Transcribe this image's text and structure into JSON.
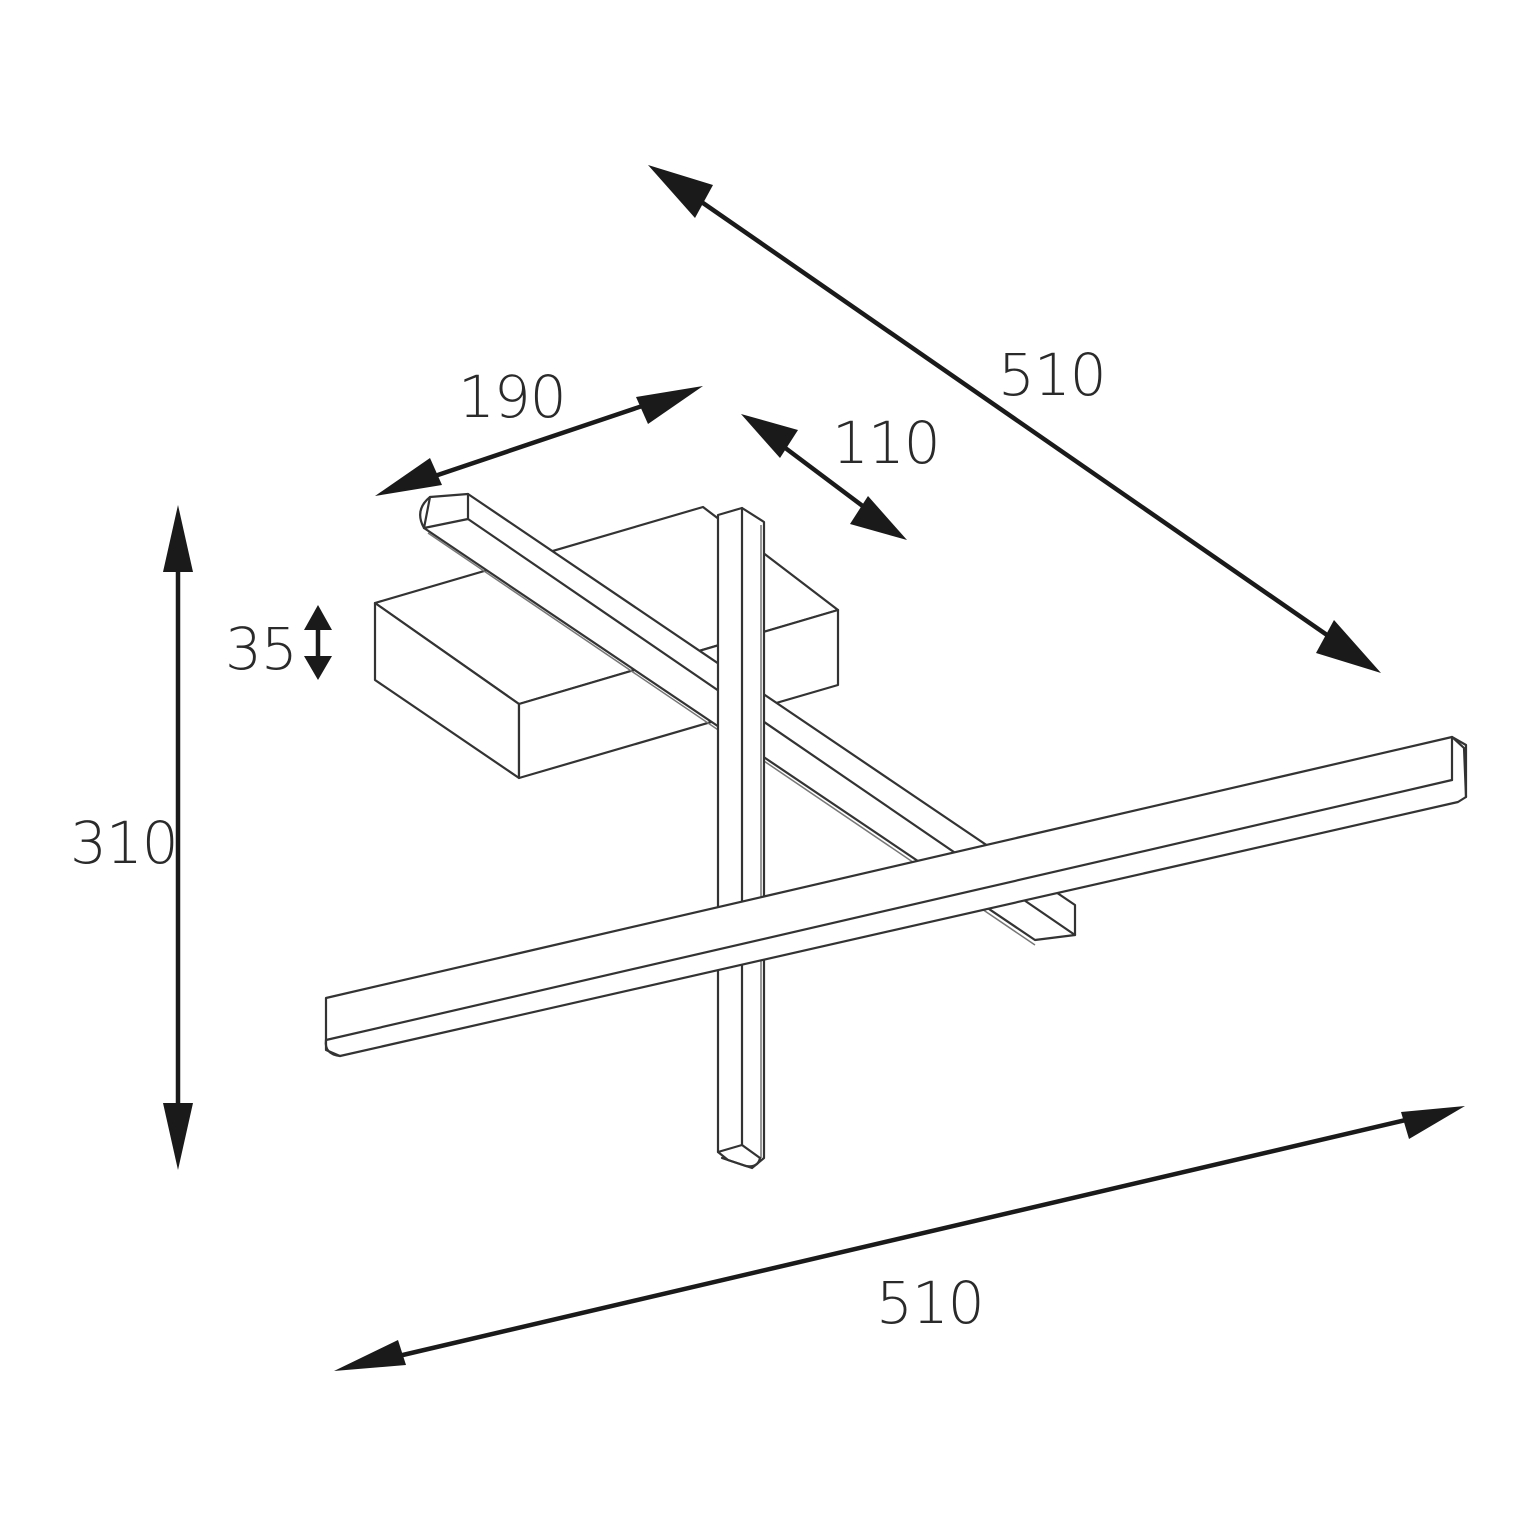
{
  "figure": {
    "type": "technical dimension drawing",
    "subject": "ceiling lamp with crossed LED bars",
    "units": "mm"
  },
  "dimensions": {
    "depth_total": {
      "label": "510"
    },
    "width_total": {
      "label": "510"
    },
    "height_total": {
      "label": "310"
    },
    "base_width": {
      "label": "190"
    },
    "base_depth": {
      "label": "110"
    },
    "base_height": {
      "label": "35"
    }
  },
  "colors": {
    "background": "#ffffff",
    "line": "#333333",
    "arrow": "#1a1a1a",
    "text": "#2a2a2a"
  }
}
